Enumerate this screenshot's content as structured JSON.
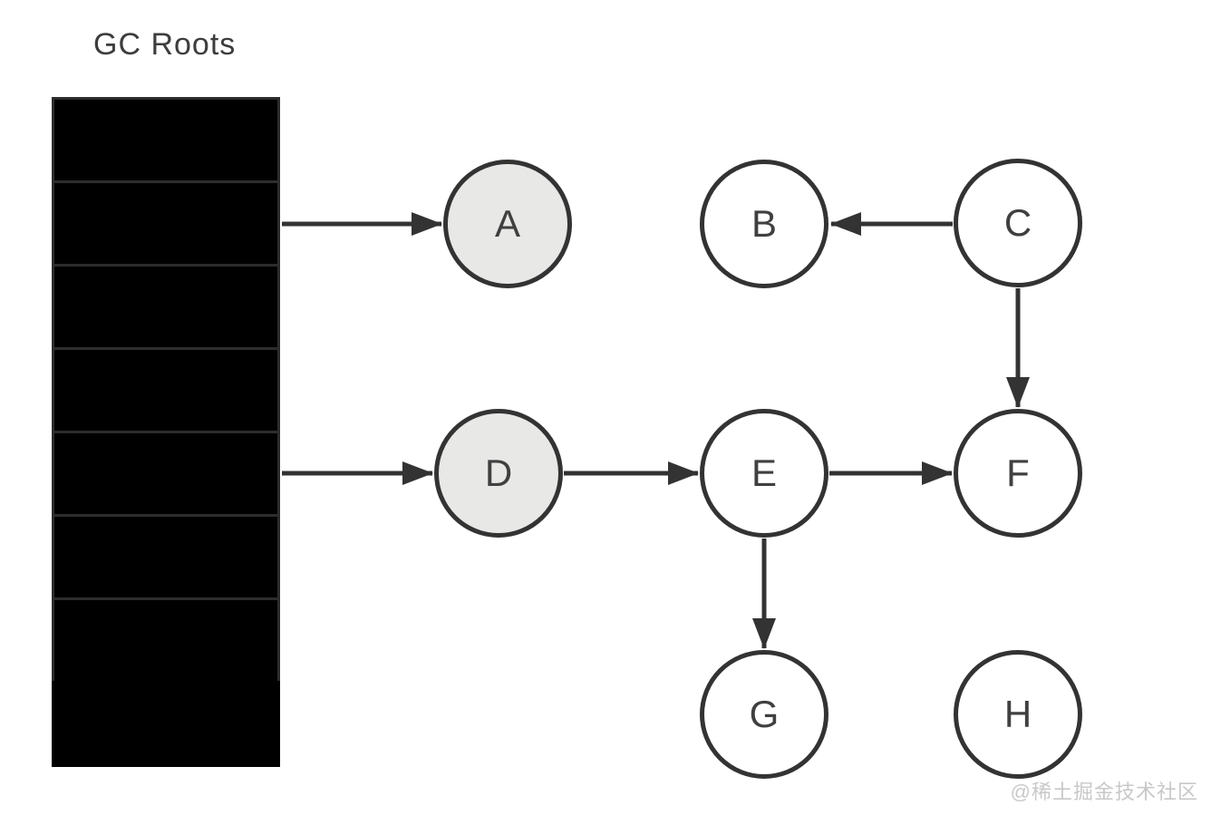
{
  "title": "GC Roots",
  "watermark": "@稀土掘金技术社区",
  "colors": {
    "background": "#ffffff",
    "stack_fill": "#000000",
    "stack_divider": "#2d2d2d",
    "node_border": "#333333",
    "node_fill_referenced": "#e8e8e7",
    "node_fill_default": "#ffffff",
    "arrow": "#333333",
    "title_text": "#3d3d3d",
    "watermark_text": "#c8c8c8"
  },
  "stack": {
    "label": "GC Roots",
    "slot_count": 8
  },
  "nodes": [
    {
      "label": "A",
      "referenced_by_root": true,
      "fill": "#e8e8e7"
    },
    {
      "label": "B",
      "referenced_by_root": false,
      "fill": "#ffffff"
    },
    {
      "label": "C",
      "referenced_by_root": false,
      "fill": "#ffffff"
    },
    {
      "label": "D",
      "referenced_by_root": true,
      "fill": "#e8e8e7"
    },
    {
      "label": "E",
      "referenced_by_root": false,
      "fill": "#ffffff"
    },
    {
      "label": "F",
      "referenced_by_root": false,
      "fill": "#ffffff"
    },
    {
      "label": "G",
      "referenced_by_root": false,
      "fill": "#ffffff"
    },
    {
      "label": "H",
      "referenced_by_root": false,
      "fill": "#ffffff"
    }
  ],
  "edges": [
    {
      "from": "GC Roots",
      "to": "A"
    },
    {
      "from": "GC Roots",
      "to": "D"
    },
    {
      "from": "C",
      "to": "B"
    },
    {
      "from": "D",
      "to": "E"
    },
    {
      "from": "E",
      "to": "F"
    },
    {
      "from": "C",
      "to": "F"
    },
    {
      "from": "E",
      "to": "G"
    }
  ]
}
